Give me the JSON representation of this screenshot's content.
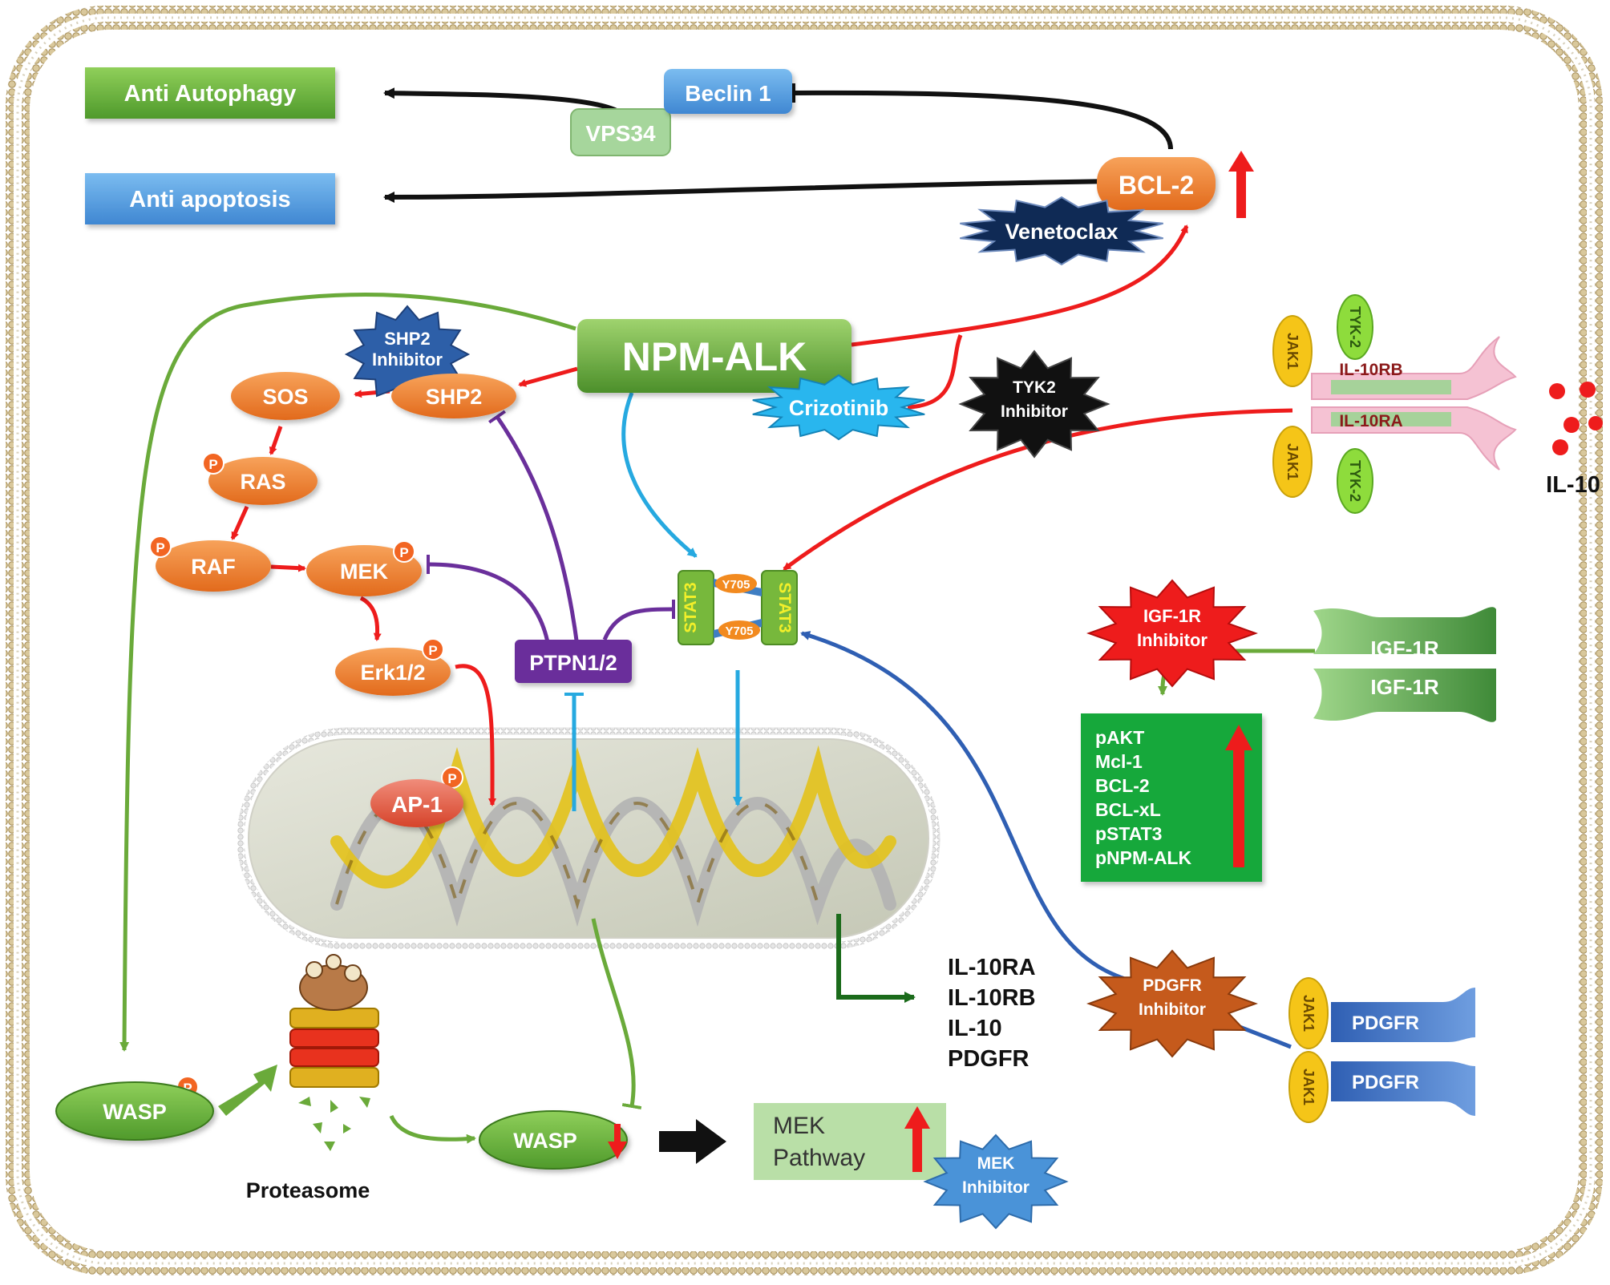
{
  "outcomes": {
    "anti_autophagy": "Anti Autophagy",
    "anti_apoptosis": "Anti apoptosis"
  },
  "nodes": {
    "beclin1": "Beclin 1",
    "vps34": "VPS34",
    "bcl2": "BCL-2",
    "venetoclax": "Venetoclax",
    "npm_alk": "NPM-ALK",
    "crizotinib": "Crizotinib",
    "shp2_inhibitor_line1": "SHP2",
    "shp2_inhibitor_line2": "Inhibitor",
    "shp2": "SHP2",
    "sos": "SOS",
    "ras": "RAS",
    "raf": "RAF",
    "mek": "MEK",
    "erk": "Erk1/2",
    "ptpn": "PTPN1/2",
    "stat3": "STAT3",
    "y705": "Y705",
    "ap1": "AP-1",
    "phospho": "P",
    "tyk2_inhibitor_line1": "TYK2",
    "tyk2_inhibitor_line2": "Inhibitor",
    "jak1": "JAK1",
    "tyk2": "TYK-2",
    "il10rb": "IL-10RB",
    "il10ra": "IL-10RA",
    "il10": "IL-10",
    "igf1r_inhibitor_line1": "IGF-1R",
    "igf1r_inhibitor_line2": "Inhibitor",
    "igf1r": "IGF-1R",
    "pdgfr_inhibitor_line1": "PDGFR",
    "pdgfr_inhibitor_line2": "Inhibitor",
    "pdgfr": "PDGFR",
    "wasp": "WASP",
    "proteasome": "Proteasome",
    "mek_pathway_line1": "MEK",
    "mek_pathway_line2": "Pathway",
    "mek_inhibitor_line1": "MEK",
    "mek_inhibitor_line2": "Inhibitor"
  },
  "upregulated_box": [
    "pAKT",
    "Mcl-1",
    "BCL-2",
    "BCL-xL",
    "pSTAT3",
    "pNPM-ALK"
  ],
  "transcribed_genes": [
    "IL-10RA",
    "IL-10RB",
    "IL-10",
    "PDGFR"
  ],
  "colors": {
    "activation": "#ee1c1c",
    "stat3_signal": "#26a9e0",
    "ptpn_inhibition": "#6a2f9b",
    "pdgfr_signal": "#2f5fb3",
    "wasp_signal": "#6aaa3a",
    "outcome": "#111111",
    "gene_output": "#1b6b1b",
    "membrane": "#c9b48a"
  }
}
